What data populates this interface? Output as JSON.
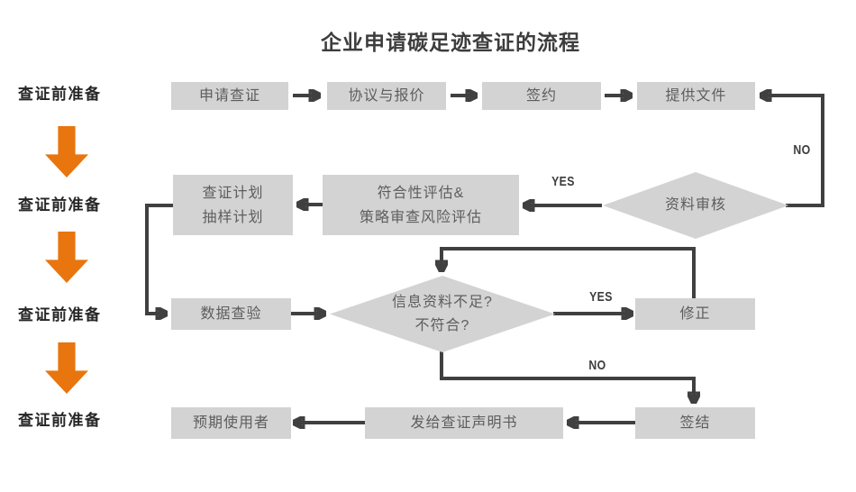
{
  "title": "企业申请碳足迹查证的流程",
  "stages": [
    {
      "label": "查证前准备"
    },
    {
      "label": "查证前准备"
    },
    {
      "label": "查证前准备"
    },
    {
      "label": "查证前准备"
    }
  ],
  "nodes": {
    "apply": "申请查证",
    "agreement": "协议与报价",
    "sign": "签约",
    "provide_docs": "提供文件",
    "doc_review": "资料审核",
    "plan": {
      "line1": "查证计划",
      "line2": "抽样计划"
    },
    "compliance": {
      "line1": "符合性评估&",
      "line2": "策略审查风险评估"
    },
    "data_check": "数据查验",
    "insufficient": {
      "line1": "信息资料不足?",
      "line2": "不符合?"
    },
    "revise": "修正",
    "close_out": "签结",
    "issue_statement": "发给查证声明书",
    "intended_users": "预期使用者"
  },
  "branch_labels": {
    "doc_review_yes": "YES",
    "doc_review_no": "NO",
    "insufficient_yes": "YES",
    "insufficient_no": "NO"
  },
  "colors": {
    "node_fill": "#d3d3d3",
    "node_text": "#5d5d5d",
    "connector": "#404040",
    "stage_arrow": "#e8750e",
    "title_text": "#3d3d3d"
  }
}
